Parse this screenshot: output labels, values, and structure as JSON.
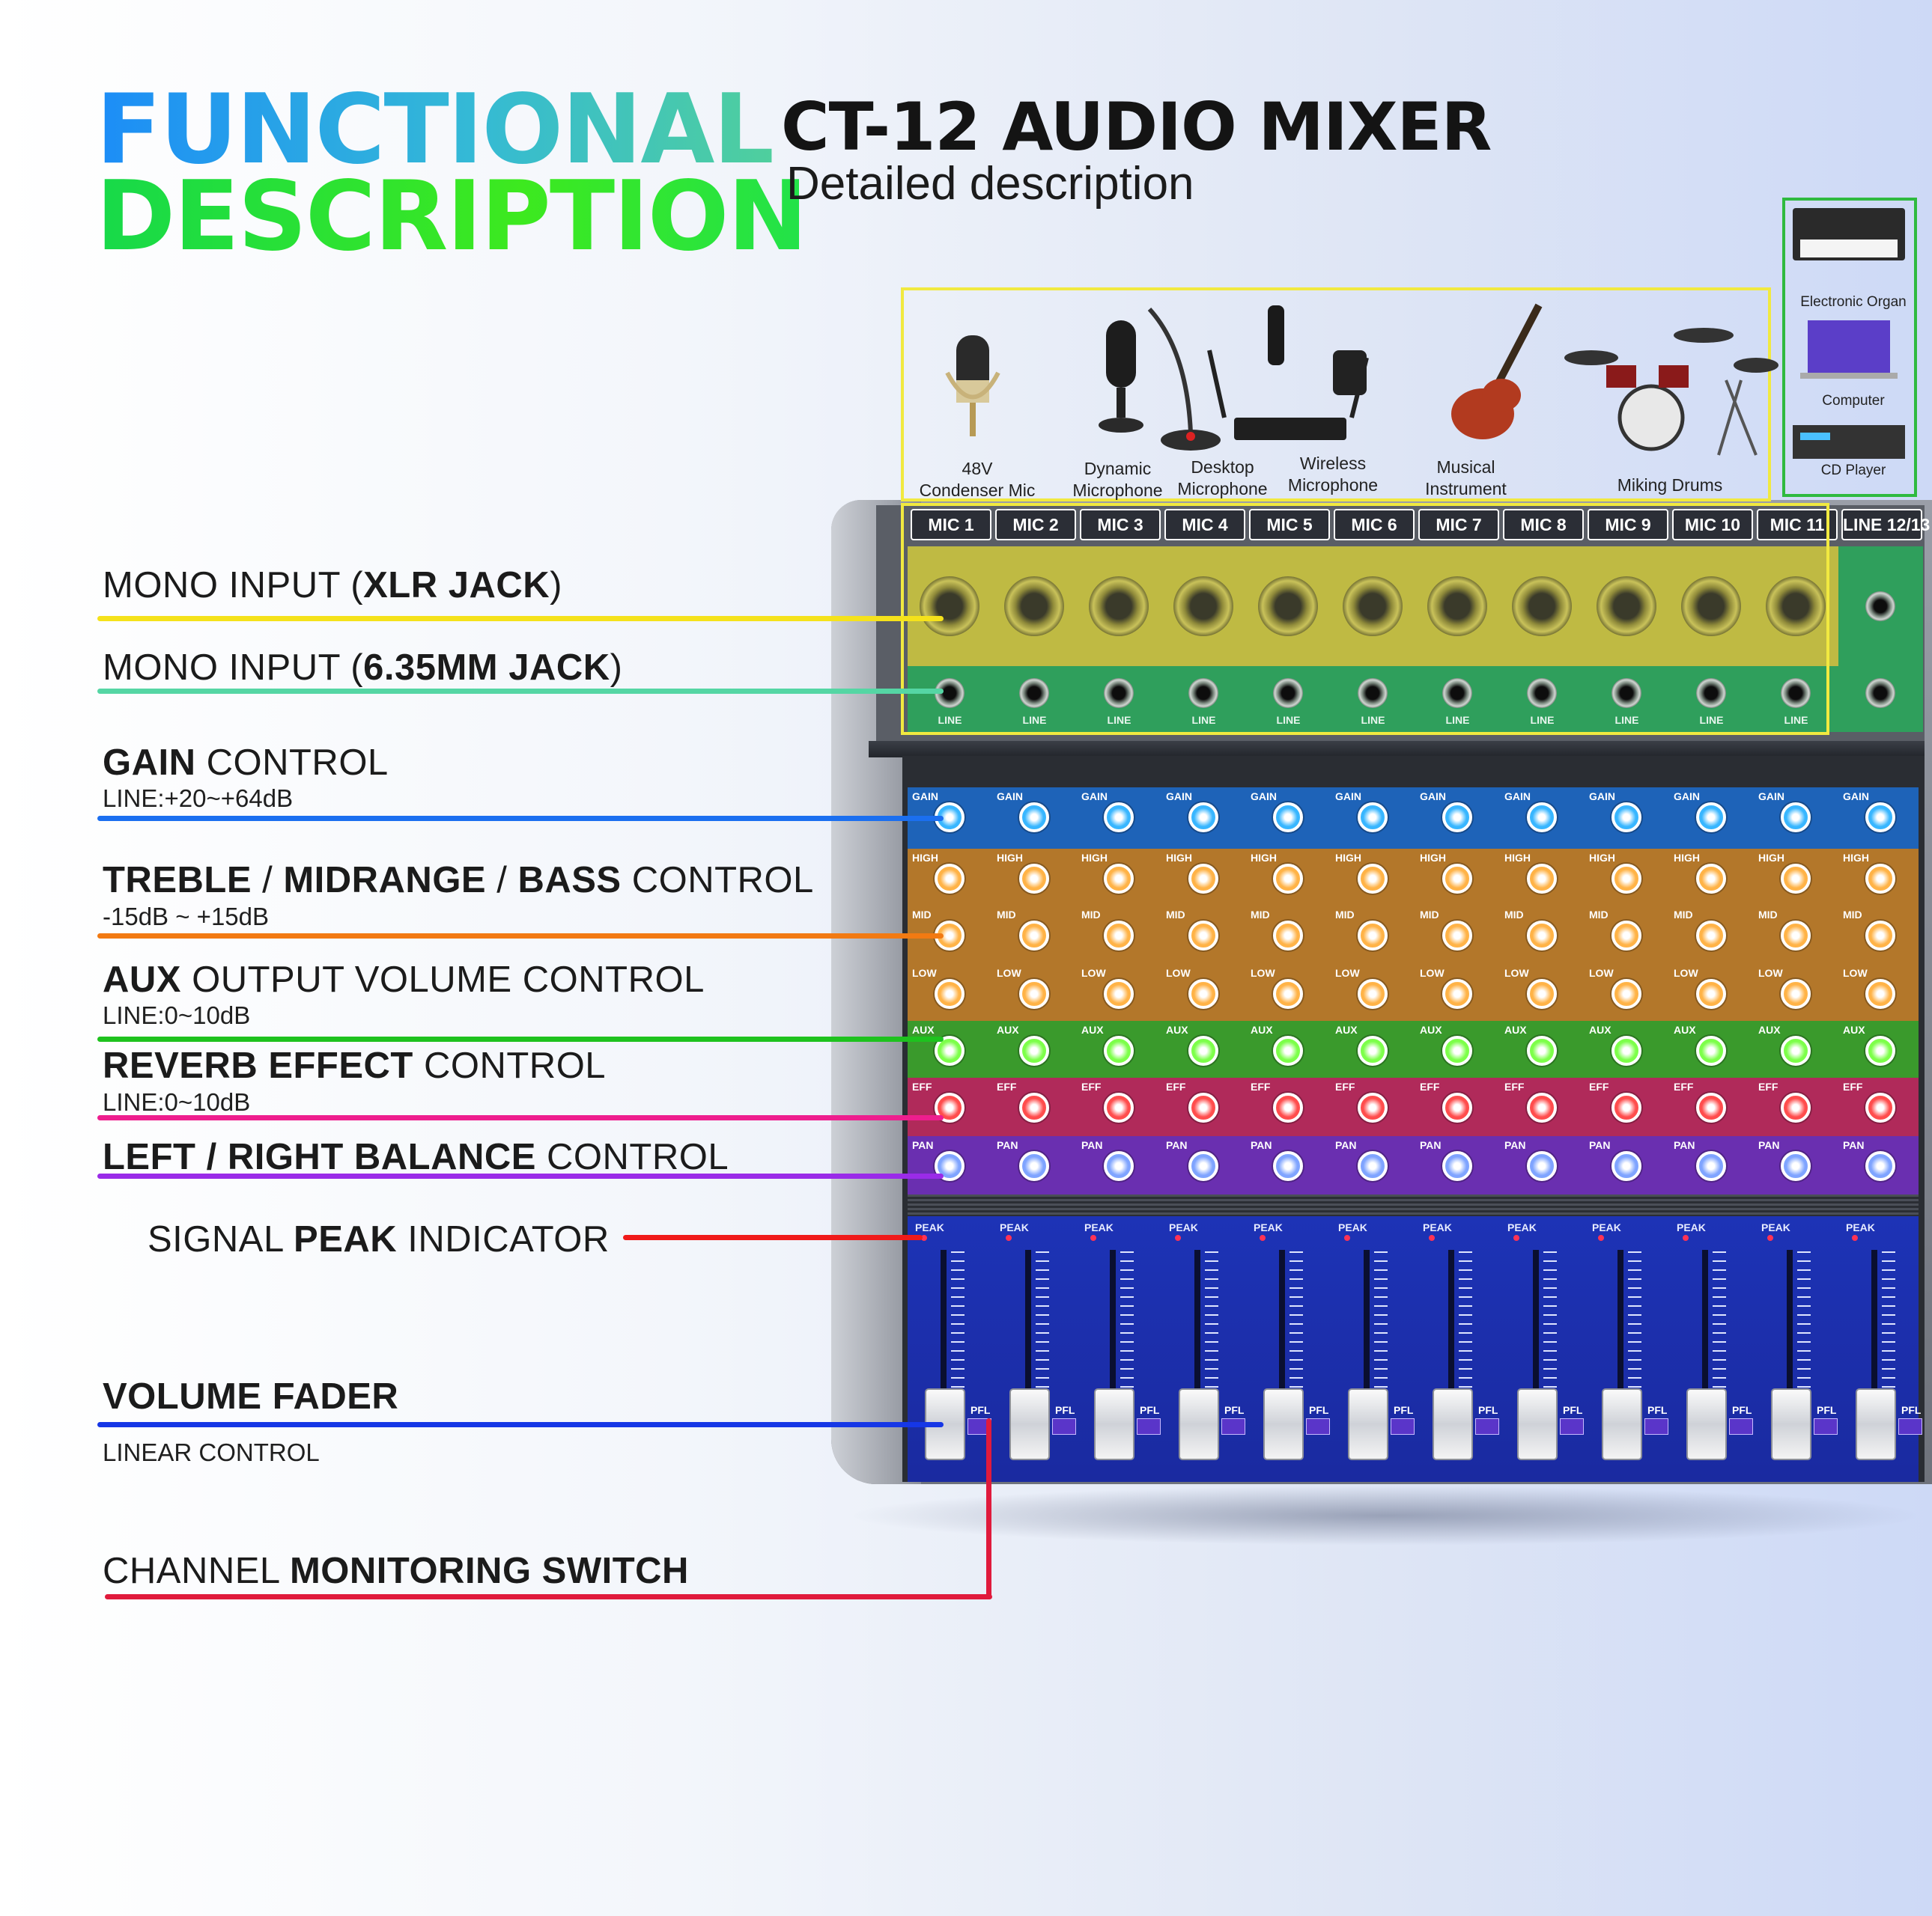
{
  "header": {
    "headline_line1": "FUNCTIONAL",
    "headline_line2": "DESCRIPTION",
    "product_title": "CT-12 AUDIO MIXER",
    "product_subtitle": "Detailed description"
  },
  "sources": [
    {
      "label_line1": "48V",
      "label_line2": "Condenser Mic"
    },
    {
      "label_line1": "Dynamic",
      "label_line2": "Microphone"
    },
    {
      "label_line1": "Desktop",
      "label_line2": "Microphone"
    },
    {
      "label_line1": "Wireless",
      "label_line2": "Microphone"
    },
    {
      "label_line1": "Musical",
      "label_line2": "Instrument"
    },
    {
      "label_line1": "Miking Drums",
      "label_line2": ""
    }
  ],
  "line_sources": [
    "Electronic Organ",
    "Computer",
    "CD Player"
  ],
  "channels": [
    "MIC 1",
    "MIC 2",
    "MIC 3",
    "MIC 4",
    "MIC 5",
    "MIC 6",
    "MIC 7",
    "MIC 8",
    "MIC 9",
    "MIC 10",
    "MIC 11",
    "LINE 12/13"
  ],
  "jack_text": "LINE",
  "annotations": {
    "mono_xlr": {
      "pre": "MONO INPUT (",
      "bold": "XLR JACK",
      "post": ")",
      "color": "#f5e21b"
    },
    "mono_635": {
      "pre": "MONO INPUT (",
      "bold": "6.35MM JACK",
      "post": ")",
      "color": "#55d6a4"
    },
    "gain": {
      "bold": "GAIN",
      "post": " CONTROL",
      "sub": "LINE:+20~+64dB",
      "color": "#1b6ff0"
    },
    "eq": {
      "bold1": "TREBLE",
      "sep1": " / ",
      "bold2": "MIDRANGE",
      "sep2": " / ",
      "bold3": "BASS",
      "post": " CONTROL",
      "sub": "-15dB ~ +15dB",
      "color": "#f27a12"
    },
    "aux": {
      "bold": "AUX",
      "post": " OUTPUT VOLUME CONTROL",
      "sub": "LINE:0~10dB",
      "color": "#1ec21e"
    },
    "reverb": {
      "bold": "REVERB EFFECT",
      "post": " CONTROL",
      "sub": "LINE:0~10dB",
      "color": "#ee1e8e"
    },
    "balance": {
      "bold": "LEFT / RIGHT BALANCE",
      "post": " CONTROL",
      "color": "#9a2be8"
    },
    "peak": {
      "pre": "SIGNAL ",
      "bold": "PEAK",
      "post": " INDICATOR",
      "color": "#f01a1a"
    },
    "fader": {
      "bold": "VOLUME FADER",
      "sub": "LINEAR CONTROL",
      "color": "#1637e6"
    },
    "monitor": {
      "pre": "CHANNEL ",
      "bold": "MONITORING SWITCH",
      "color": "#e01a3c"
    }
  },
  "strip_labels": {
    "gain": "GAIN",
    "high": "HIGH",
    "mid": "MID",
    "low": "LOW",
    "aux": "AUX",
    "eff": "EFF",
    "pan": "PAN",
    "peak": "PEAK",
    "pfl": "PFL"
  },
  "band_colors": {
    "gain": "#1e63b8",
    "eq": "#b3772a",
    "aux": "#3a9a2c",
    "eff": "#b02a5a",
    "pan": "#6a2fb0"
  }
}
